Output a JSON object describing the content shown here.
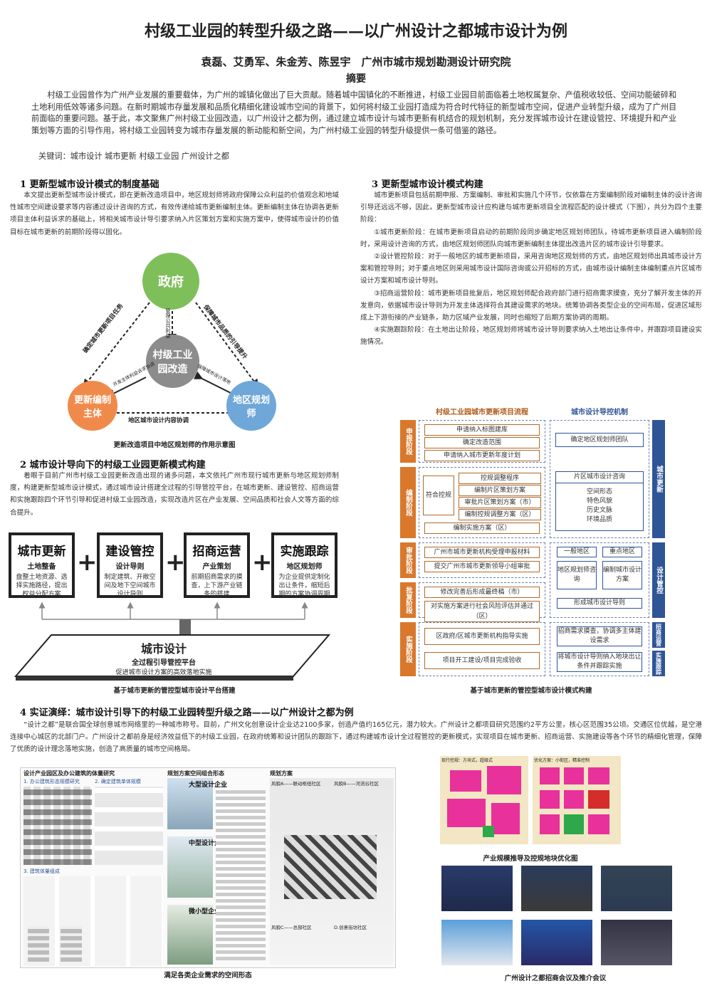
{
  "header": {
    "title": "村级工业园的转型升级之路——以广州设计之都城市设计为例",
    "authors": "袁磊、艾勇军、朱金芳、陈昱宇　广州市城市规划勘测设计研究院",
    "abstract_heading": "摘要",
    "abstract": "村级工业园曾作为广州产业发展的重要载体，为广州的城镇化做出了巨大贡献。随着城中国镇化的不断推进，村级工业园目前面临着土地权属复杂、产值税收较低、空间功能破碎和土地利用低效等诸多问题。在新时期城市存量发展和品质化精细化建设城市空间的背景下，如何将村级工业园打造成为符合时代特征的新型城市空间，促进产业转型升级，成为了广州目前面临的重要问题。基于此，本文聚焦广州村级工业园改造，以广州设计之都为例，通过建立城市设计与城市更新有机结合的规划机制，充分发挥城市设计在建设管控、环境提升和产业策划等方面的引导作用，将村级工业园转变为城市存量发展的新动能和新空间，为广州村级工业园的转型升级提供一条可借鉴的路径。",
    "keywords": "关键词：城市设计 城市更新 村级工业园 广州设计之都"
  },
  "sections": {
    "s1": {
      "title": "1 更新型城市设计模式的制度基础",
      "text": "本文提出更新型城市设计模式，即在更新改造项目中，地区规划师将政府保障公众利益的价值观念和地域性城市空间建设要求等内容通过设计咨询的方式，有效传递给城市更新编制主体。更新编制主体在协调各更新项目主体利益诉求的基础上，将相关城市设计导引要求纳入片区策划方案和实施方案中，使得城市设计的价值目标在城市更新的前期阶段得以固化。",
      "caption": "更新改造项目中地区规划师的作用示意图"
    },
    "s2": {
      "title": "2 城市设计导向下的村级工业园更新模式构建",
      "text": "着眼于目前广州市村级工业园更新改造出现的诸多问题，本文依托广州市现行城市更新与地区规划师制度，构建更新型城市设计模式，通过城市设计搭建全过程的引导管控平台，在城市更新、建设管控、招商运营和实施跟踪四个环节引导和促进村级工业园改造，实现改造片区在产业发展、空间品质和社会人文等方面的综合提升。",
      "caption": "基于城市更新的管控型城市设计平台搭建"
    },
    "s3": {
      "title": "3 更新型城市设计模式构建",
      "paras": [
        "城市更新项目包括前期申报、方案编制、审批和实施几个环节，仅依靠在方案编制阶段对编制主体的设计咨询引导还远远不够，因此，更新型城市设计应构建与城市更新项目全流程匹配的设计模式（下图），共分为四个主要阶段：",
        "①城市更新阶段：在城市更新项目启动的前期阶段同步确定地区规划师团队，待城市更新项目进入编制阶段时，采用设计咨询的方式，由地区规划师团队向城市更新编制主体提出改造片区的城市设计引导要求。",
        "②设计管控阶段：对于一般地区的城市更新项目，采用咨询地区规划师的方式，由地区规划师出具城市设计方案和管控导则；对于重点地区则采用城市设计国际咨询或公开招标的方式，由城市设计编制主体编制重点片区城市设计方案和城市设计导则。",
        "③招商运营阶段：城市更新项目批复后，地区规划师配合政府部门进行招商需求摸查，充分了解开发主体的开发意向，依据城市设计导则为开发主体选择符合其建设需求的地块。统筹协调各类型企业的空间布局，促进区域形成上下游衔接的产业链条，助力区域产业发展，同时也缩短了后期方案协调的周期。",
        "④实施跟踪阶段：在土地出让阶段，地区规划师将城市设计导则要求纳入土地出让条件中，并跟踪项目建设实施情况。"
      ],
      "caption": "基于城市更新的管控型城市设计模式构建"
    },
    "s4": {
      "title": "4 实证演绎：城市设计引导下的村级工业园转型升级之路——以广州设计之都为例",
      "text": "“设计之都”是联合国全球创意城市网络里的一种城市称号。目前，广州文化创意设计企业达2100多家，创造产值约165亿元，潜力较大。广州设计之都项目研究范围约2平方公里，核心区范围35公顷。交通区位优越，是空港连接中心城区的北部门户。广州设计之都前身是经济效益低下的村级工业园，在政府统筹和设计团队的跟踪下，通过构建城市设计全过程管控的更新模式，实现项目在城市更新、招商运营、实施建设等各个环节的精细化管理，保障了优质的设计理念落地实施，创造了高质量的城市空间格局。",
      "caption_left": "满足各类企业需求的空间形态",
      "caption_map": "产业规模推导及控规地块优化图",
      "caption_photos": "广州设计之都招商会议及推介会议"
    }
  },
  "diagram1": {
    "gov": "政府",
    "core": "村级工业园改造",
    "body": "更新编制主体",
    "planner": "地区规划师",
    "arrow_left": "确定城市更新项目任务",
    "arrow_right": "保障城市品质的引导提升",
    "arrow_mid_v": "管理公共利益",
    "arrow_bottom": "地区城市设计内容协调",
    "arrow_core_left": "开发主体利益诉求协调",
    "arrow_core_right": "保障城市设计落地"
  },
  "diagram2": {
    "boxes": [
      {
        "h": "城市更新",
        "s": "土地整备",
        "d": "盘整土地资源、选择实施路径，提出权益分配方案"
      },
      {
        "h": "建设管控",
        "s": "设计导则",
        "d": "制定建筑、开敞空间及地下空间城市设计导则"
      },
      {
        "h": "招商运营",
        "s": "产业策划",
        "d": "前期招商需求的摸查，上下游产业链条的搭建"
      },
      {
        "h": "实施跟踪",
        "s": "地区规划师",
        "d": "为企业提供定制化出让条件，缩短后期的方案协调周期"
      }
    ],
    "plus": "+",
    "platform_h": "城市设计",
    "platform_s": "全过程引导管控平台",
    "platform_d": "促进城市设计方案的高效落地实施"
  },
  "flowchart": {
    "left_header": "村级工业园城市更新项目流程",
    "right_header": "城市设计导控机制",
    "stages": [
      "申报阶段",
      "编制阶段",
      "审批阶段",
      "批复阶段",
      "实施阶段"
    ],
    "right_stages": [
      "城市更新",
      "设计管控",
      "招商运营",
      "实施跟踪"
    ],
    "l1": [
      "申请纳入标图建库",
      "确定改造范围",
      "申请纳入城市更新年度计划"
    ],
    "l2_label": "符合控规",
    "l2": [
      "控规调整程序",
      "编制片区策划方案",
      "审批片区策划方案（市）",
      "编制控规调整方案（区）"
    ],
    "l2_bottom": "编制实施方案（区）",
    "l3": [
      "广州市城市更新机构受理申报材料",
      "提交广州市城市更新领导小组审批"
    ],
    "l4": [
      "修改完善后形成最终稿（市）",
      "对实施方案进行社会风险评估并通过（区）"
    ],
    "l5": [
      "区政府/区城市更新机构指导实施",
      "项目开工建设/项目完成验收"
    ],
    "r1": "确定地区规划师团队",
    "r2_head": "片区城市设计咨询",
    "r2_items": "空间形态\n特色风貌\n历史文脉\n环境品质",
    "r3": [
      "一般地区",
      "重点地区",
      "地区规划师咨询",
      "编制城市设计方案"
    ],
    "r3_bottom": "形成城市设计导则",
    "r4": "招商需求摸查，协调多主体建设需求",
    "r5": "将城市设计导则纳入地块出让条件并跟踪实施"
  },
  "figure_left": {
    "panel1": "设计产业园区及办公建筑的体量研究",
    "panel1a": "1. 办公建筑形态规模研究",
    "panel1b": "2. 确定建筑单体规模",
    "panel1c": "3. 建筑体量组成",
    "panel2": "规划方案空间组合形态",
    "types": [
      "大型设计企业",
      "中型设计企业",
      "微小型企业"
    ],
    "panel3": "规划方案",
    "scheme_a": "风貌A——联动枢纽社区",
    "scheme_b": "风貌B——河流谷社区",
    "scheme_c": "风貌C——总部社区",
    "scheme_d": "D.创意街坊社区"
  },
  "figure_map": {
    "label_left": "现行控规：方块式，超级式",
    "label_right": "优化方案：小街区，精准控制"
  },
  "colors": {
    "gov_green": "#7fbf5a",
    "core_gray": "#8c8c8c",
    "body_orange": "#f08a4b",
    "planner_blue": "#6fa7d9",
    "fc_orange": "#d9782b",
    "fc_blue": "#2f5597",
    "map_pink": "#e8319a"
  }
}
